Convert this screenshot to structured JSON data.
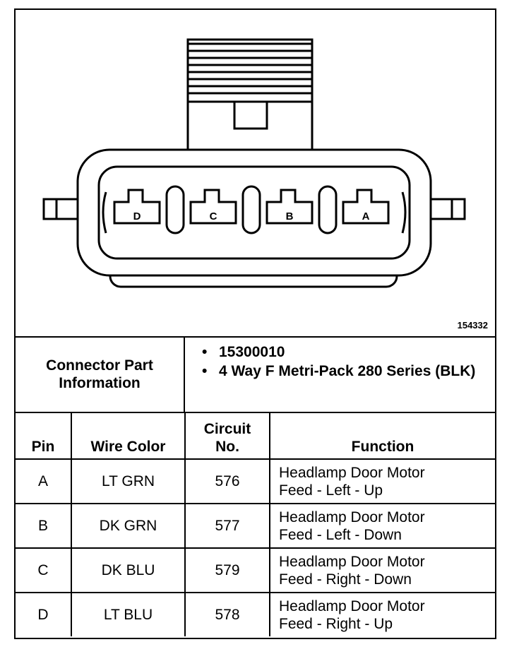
{
  "figure": {
    "id_number": "154332",
    "pin_labels": [
      "D",
      "C",
      "B",
      "A"
    ]
  },
  "connector_info": {
    "label": "Connector Part Information",
    "items": [
      "15300010",
      "4 Way F Metri-Pack 280 Series (BLK)"
    ]
  },
  "table": {
    "headers": {
      "pin": "Pin",
      "wire_color": "Wire Color",
      "circuit": "Circuit No.",
      "function": "Function"
    },
    "rows": [
      {
        "pin": "A",
        "wire_color": "LT GRN",
        "circuit": "576",
        "function_line1": "Headlamp Door Motor",
        "function_line2": "Feed - Left - Up"
      },
      {
        "pin": "B",
        "wire_color": "DK GRN",
        "circuit": "577",
        "function_line1": "Headlamp Door Motor",
        "function_line2": "Feed - Left - Down"
      },
      {
        "pin": "C",
        "wire_color": "DK BLU",
        "circuit": "579",
        "function_line1": "Headlamp Door Motor",
        "function_line2": "Feed - Right - Down"
      },
      {
        "pin": "D",
        "wire_color": "LT BLU",
        "circuit": "578",
        "function_line1": "Headlamp Door Motor",
        "function_line2": "Feed - Right - Up"
      }
    ]
  }
}
